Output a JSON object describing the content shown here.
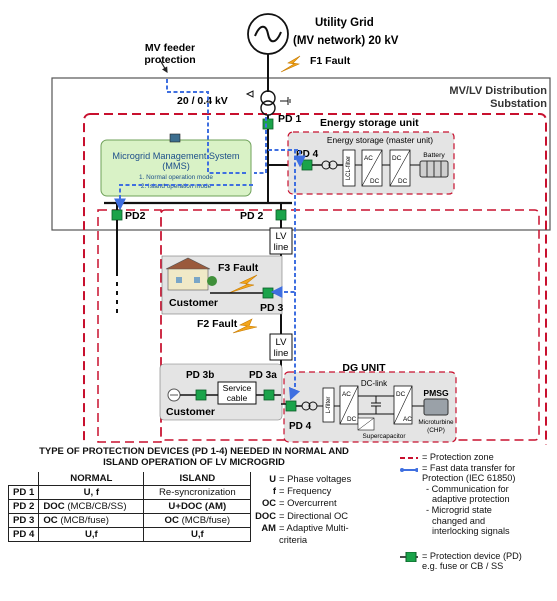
{
  "diagram": {
    "utility_grid": "Utility Grid",
    "mv_network": "(MV network) 20 kV",
    "f1_fault": "F1 Fault",
    "mv_feeder_1": "MV feeder",
    "mv_feeder_2": "protection",
    "substation_1": "MV/LV Distribution",
    "substation_2": "Substation",
    "transformer_label": "20 / 0.4 kV",
    "pd1": "PD 1",
    "pd2_left": "PD2",
    "pd2": "PD 2",
    "pd3": "PD 3",
    "pd3a": "PD 3a",
    "pd3b": "PD 3b",
    "pd4_top": "PD 4",
    "pd4_bottom": "PD 4",
    "energy_storage_unit": "Energy storage unit",
    "energy_storage_master": "Energy storage (master unit)",
    "lcl_filter": "LCL-filter",
    "ac": "AC",
    "dc": "DC",
    "battery": "Battery",
    "mms_1": "Microgrid Management System",
    "mms_2": "(MMS)",
    "mms_mode_1": "1. Normal operation mode",
    "mms_mode_2": "2. Island operation mode",
    "lv_line": "LV",
    "lv_line_2": "line",
    "f3_fault": "F3 Fault",
    "f2_fault": "F2 Fault",
    "customer": "Customer",
    "service_cable_1": "Service",
    "service_cable_2": "cable",
    "dg_unit": "DG UNIT",
    "dc_link": "DC-link",
    "l_filter": "L-filter",
    "pmsg": "PMSG",
    "supercapacitor": "Supercapacitor",
    "microturbine": "Microturbine",
    "chp": "(CHP)"
  },
  "table": {
    "title_line1": "TYPE OF PROTECTION DEVICES (PD 1-4) NEEDED IN NORMAL AND",
    "title_line2": "ISLAND OPERATION OF LV MICROGRID",
    "col_normal": "NORMAL",
    "col_island": "ISLAND",
    "rows": [
      {
        "pd": "PD 1",
        "normal": "U, f",
        "island": "Re-syncronization"
      },
      {
        "pd": "PD 2",
        "normal_b": "DOC",
        "normal": "(MCB/CB/SS)",
        "island": "U+DOC (AM)"
      },
      {
        "pd": "PD 3",
        "normal_b": "OC",
        "normal": "(MCB/fuse)",
        "island_b": "OC",
        "island": "(MCB/fuse)"
      },
      {
        "pd": "PD 4",
        "normal": "U,f",
        "island": "U,f"
      }
    ]
  },
  "abbreviations": [
    {
      "key": "U",
      "text": "= Phase voltages"
    },
    {
      "key": "f",
      "text": "= Frequency"
    },
    {
      "key": "OC",
      "text": "= Overcurrent"
    },
    {
      "key": "DOC",
      "text": "= Directional OC"
    },
    {
      "key": "AM",
      "text": "= Adaptive Multi-"
    },
    {
      "key": "",
      "text": "criteria"
    }
  ],
  "legend": {
    "zone": "= Protection zone",
    "fast_1": "= Fast data transfer for",
    "fast_2": "Protection (IEC 61850)",
    "fast_3": "- Communication for",
    "fast_4": "adaptive protection",
    "fast_5": "- Microgrid state",
    "fast_6": "changed and",
    "fast_7": "interlocking signals",
    "pd_1": "= Protection device (PD)",
    "pd_2": "e.g. fuse or CB / SS"
  },
  "colors": {
    "zone_red": "#c8102e",
    "comm_blue": "#3f6fe0",
    "pd_green": "#1aa34a",
    "mms_fill": "#d9f2c6",
    "box_gray": "#e4e4e4"
  }
}
